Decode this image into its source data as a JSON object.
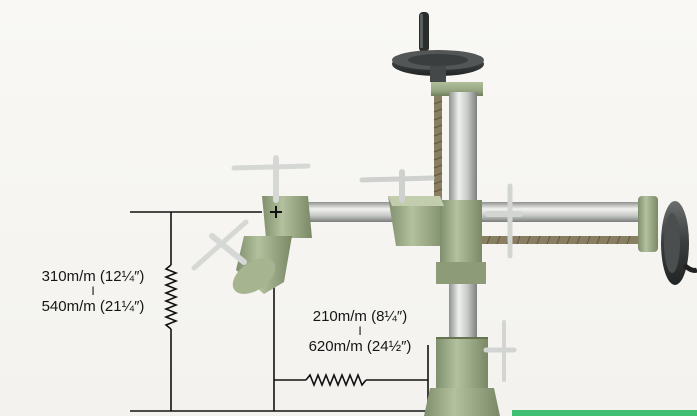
{
  "vertical_range": {
    "min_label": "310m/m (12¼″)",
    "separator": "I",
    "max_label": "540m/m (21¼″)"
  },
  "horizontal_range": {
    "min_label": "210m/m (8¼″)",
    "separator": "I",
    "max_label": "620m/m (24½″)"
  },
  "colors": {
    "machine_green": "#9cab86",
    "steel": "#c4c6c4",
    "handwheel": "#3d4040",
    "accent_strip": "#3fbf74"
  }
}
